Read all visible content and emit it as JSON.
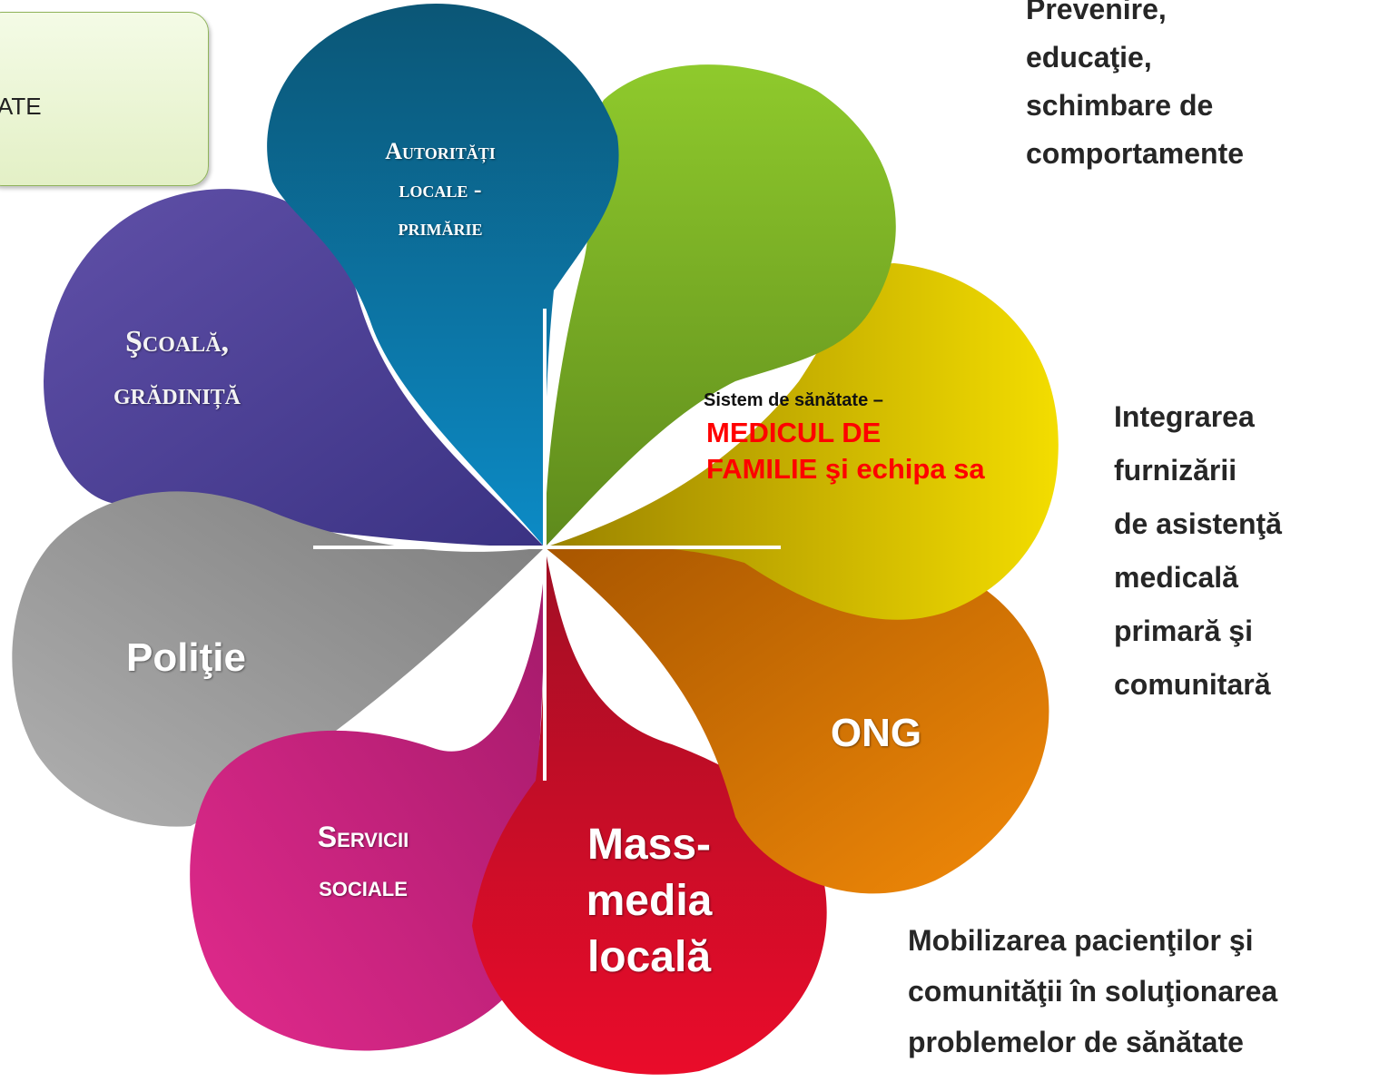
{
  "partial_box": {
    "text": "TATE"
  },
  "petals": {
    "autoritati": {
      "line1": "Autorități",
      "line2": "locale -",
      "line3": "primărie"
    },
    "scoala": {
      "line1": "Şcoală,",
      "line2": "grădiniță"
    },
    "politie": {
      "label": "Poliţie"
    },
    "servicii": {
      "line1": "Servicii",
      "line2": "sociale"
    },
    "massmedia": {
      "line1": "Mass-",
      "line2": "media",
      "line3": "locală"
    },
    "ong": {
      "label": "ONG"
    },
    "sistem": {
      "line1": "Sistem de sănătate –",
      "line2": "MEDICUL DE",
      "line3": "FAMILIE şi echipa sa"
    }
  },
  "notes": {
    "prevenire": [
      "Prevenire,",
      "educaţie,",
      "schimbare de",
      "comportamente"
    ],
    "integrare": [
      "Integrarea",
      "furnizării",
      "de asistenţă",
      "medicală",
      "primară şi",
      "comunitară"
    ],
    "mobilizare": [
      "Mobilizarea pacienţilor şi",
      "comunităţii în soluţionarea",
      "problemelor de sănătate"
    ]
  },
  "colors": {
    "autoritati": "#0a6d95",
    "green": "#86bf2a",
    "yellow": "#e9c400",
    "orange": "#e0780a",
    "red": "#d8102e",
    "magenta": "#cf2a88",
    "gray": "#a3a3a3",
    "purple": "#53479c",
    "sistem_highlight": "#ff0000"
  }
}
